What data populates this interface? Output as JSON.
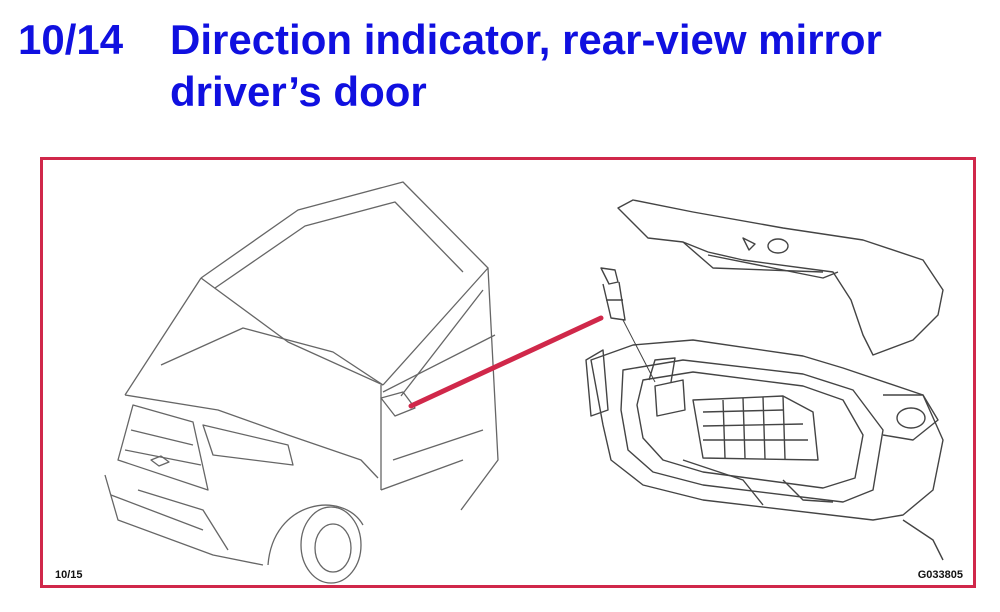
{
  "heading": {
    "number": "10/14",
    "title_line1": "Direction indicator, rear-view mirror",
    "title_line2": "driver’s door"
  },
  "figure": {
    "ref_left": "10/15",
    "ref_right": "G033805"
  },
  "colors": {
    "heading": "#1010e0",
    "frame_border": "#d0284a",
    "leader_line": "#d0284a",
    "line_art": "#555555"
  }
}
